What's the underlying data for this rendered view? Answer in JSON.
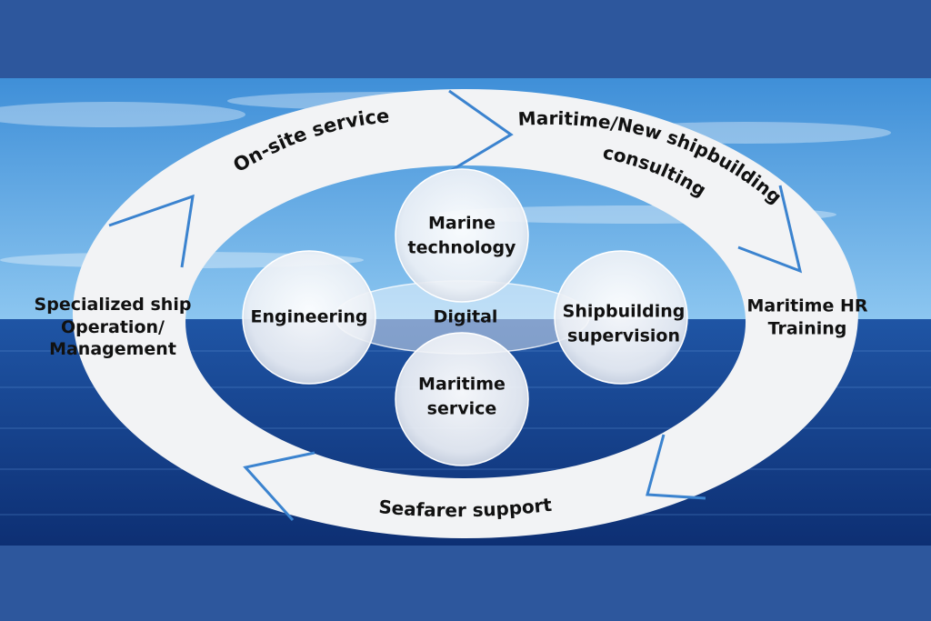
{
  "ring_labels": {
    "top": "On-site service",
    "top_right_line1": "Maritime/New shipbuilding",
    "top_right_line2": "consulting",
    "right_line1": "Maritime HR",
    "right_line2": "Training",
    "bottom": "Seafarer support",
    "left_line1": "Specialized ship",
    "left_line2": "Operation/",
    "left_line3": "Management"
  },
  "circles": {
    "top_line1": "Marine",
    "top_line2": "technology",
    "left": "Engineering",
    "center": "Digital",
    "right_line1": "Shipbuilding",
    "right_line2": "supervision",
    "bottom_line1": "Maritime",
    "bottom_line2": "service"
  },
  "colors": {
    "frame": "#2d579d",
    "ring": "#f2f3f5",
    "arrow_edge": "#3b83cf",
    "sky_top": "#3f8fd8",
    "sky_bottom": "#8cc6f0",
    "sea_top": "#1f55a5",
    "sea_bottom": "#0d2f73"
  }
}
